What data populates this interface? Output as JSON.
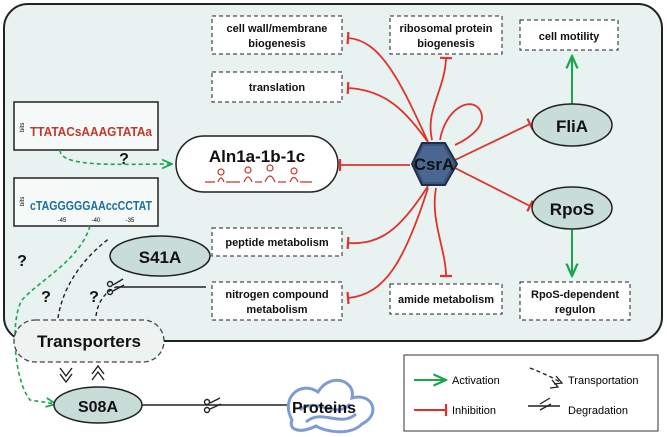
{
  "boxes": {
    "cell_wall_1": "cell wall/membrane",
    "cell_wall_2": "biogenesis",
    "ribosomal_1": "ribosomal protein",
    "ribosomal_2": "biogenesis",
    "cell_motility": "cell motility",
    "translation": "translation",
    "peptide": "peptide metabolism",
    "nitrogen_1": "nitrogen compound",
    "nitrogen_2": "metabolism",
    "amide": "amide metabolism",
    "rpos_regulon_1": "RpoS-dependent",
    "rpos_regulon_2": "regulon"
  },
  "nodes": {
    "csra": "CsrA",
    "flia": "FliA",
    "rpos": "RpoS",
    "aln": "Aln1a-1b-1c",
    "s41a": "S41A",
    "s08a": "S08A",
    "transporters": "Transporters",
    "proteins": "Proteins"
  },
  "question_marks": [
    "?",
    "?",
    "?",
    "?"
  ],
  "motif1": {
    "axis": "bits",
    "letters": "TTATACsAAAGTATAa"
  },
  "motif2": {
    "axis": "bits",
    "letters": "cTAGGGGGAAccCCTAT",
    "ticks": [
      "-45",
      "-40",
      "-35"
    ]
  },
  "legend": {
    "activation": "Activation",
    "inhibition": "Inhibition",
    "transportation": "Transportation",
    "degradation": "Degradation"
  },
  "colors": {
    "activation": "#1aa64a",
    "inhibition": "#e0322b",
    "panel_bg": "#e8f2f0",
    "node_fill": "#c8dcd8",
    "hexagon": "#3a557e",
    "protein_blob": "#7f9bd4"
  }
}
